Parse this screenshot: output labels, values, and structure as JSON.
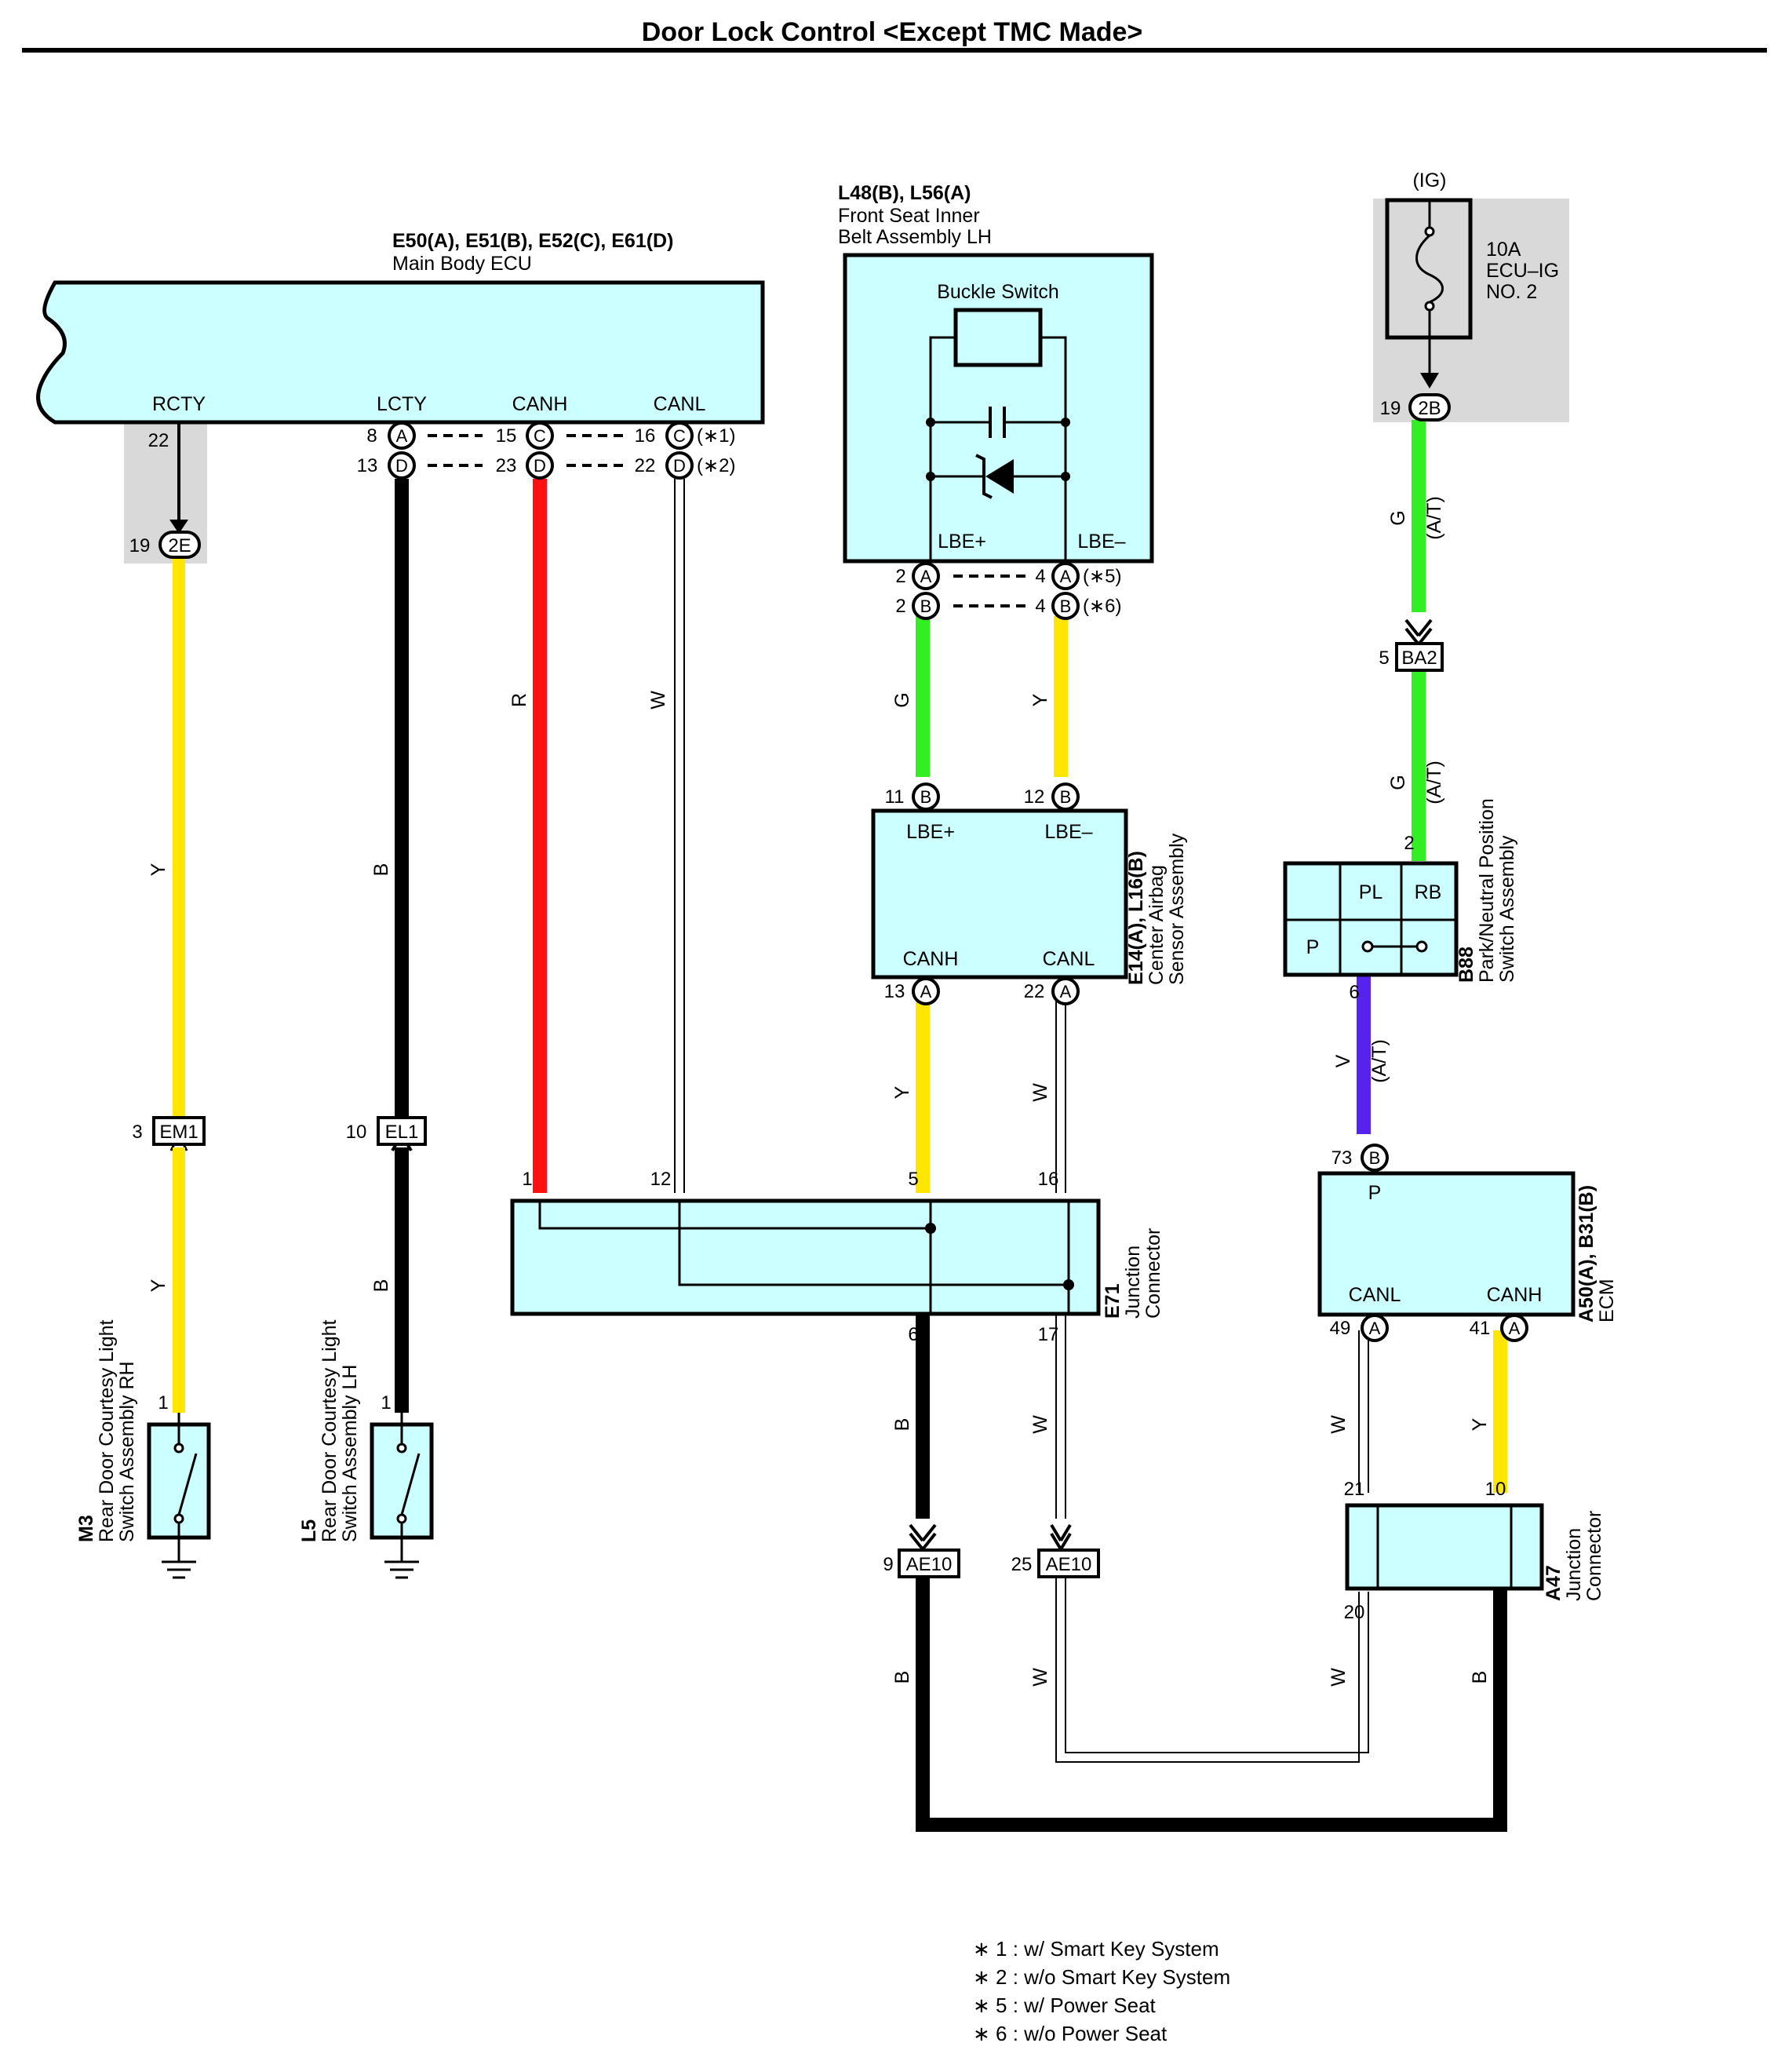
{
  "title": "Door Lock Control <Except TMC Made>",
  "components": {
    "main_ecu": {
      "codes": "E50(A), E51(B), E52(C), E61(D)",
      "name": "Main Body ECU",
      "terminals": [
        "RCTY",
        "LCTY",
        "CANH",
        "CANL"
      ]
    },
    "seatbelt": {
      "codes": "L48(B), L56(A)",
      "name_line1": "Front Seat Inner",
      "name_line2": "Belt Assembly LH",
      "switch_label": "Buckle Switch",
      "lbe_plus": "LBE+",
      "lbe_minus": "LBE–"
    },
    "fuse": {
      "source": "(IG)",
      "line1": "10A",
      "line2": "ECU–IG",
      "line3": "NO. 2"
    },
    "airbag": {
      "codes": "E14(A), L16(B)",
      "name_line1": "Center Airbag",
      "name_line2": "Sensor Assembly",
      "t_lbe_plus": "LBE+",
      "t_lbe_minus": "LBE–",
      "t_canh": "CANH",
      "t_canl": "CANL"
    },
    "pnp_switch": {
      "code": "B88",
      "name_line1": "Park/Neutral Position",
      "name_line2": "Switch Assembly",
      "t_pl": "PL",
      "t_rb": "RB",
      "t_p": "P"
    },
    "ecm": {
      "codes": "A50(A), B31(B)",
      "name": "ECM",
      "t_p": "P",
      "t_canl": "CANL",
      "t_canh": "CANH"
    },
    "e71": {
      "code": "E71",
      "name_line1": "Junction",
      "name_line2": "Connector"
    },
    "a47": {
      "code": "A47",
      "name_line1": "Junction",
      "name_line2": "Connector"
    },
    "m3": {
      "code": "M3",
      "name_line1": "Rear Door Courtesy Light",
      "name_line2": "Switch Assembly RH"
    },
    "l5": {
      "code": "L5",
      "name_line1": "Rear Door Courtesy Light",
      "name_line2": "Switch Assembly LH"
    }
  },
  "connectors": {
    "c_2e": "2E",
    "c_2b": "2B",
    "c_ba2": "BA2",
    "c_em1": "EM1",
    "c_el1": "EL1",
    "c_ae10": "AE10",
    "l_a": "A",
    "l_b": "B",
    "l_c": "C",
    "l_d": "D"
  },
  "pins": {
    "ecu_22": "22",
    "ecu_19": "19",
    "ecu_8": "8",
    "ecu_13": "13",
    "ecu_15": "15",
    "ecu_23": "23",
    "ecu_16": "16",
    "ecu_22b": "22",
    "sb_2a": "2",
    "sb_2b": "2",
    "sb_4a": "4",
    "sb_4b": "4",
    "fuse_19": "19",
    "ba2_5": "5",
    "pnp_2": "2",
    "pnp_6": "6",
    "ab_11": "11",
    "ab_12": "12",
    "ab_13": "13",
    "ab_22": "22",
    "em1_3": "3",
    "el1_10": "10",
    "e71_1": "1",
    "e71_12": "12",
    "e71_5": "5",
    "e71_16": "16",
    "e71_6": "6",
    "e71_17": "17",
    "ecm_73": "73",
    "ecm_49": "49",
    "ecm_41": "41",
    "a47_21": "21",
    "a47_10": "10",
    "a47_20": "20",
    "a47_9": "9",
    "ae10_9": "9",
    "ae10_25": "25",
    "m3_1": "1",
    "l5_1": "1"
  },
  "marks": {
    "m1": "(∗1)",
    "m2": "(∗2)",
    "m5": "(∗5)",
    "m6": "(∗6)",
    "at": "(A/T)"
  },
  "wire_colors": {
    "Y": "Y",
    "B": "B",
    "R": "R",
    "W": "W",
    "G": "G",
    "V": "V"
  },
  "notes": [
    "∗ 1 : w/ Smart Key System",
    "∗ 2 : w/o Smart Key System",
    "∗ 5 : w/ Power Seat",
    "∗ 6 : w/o Power Seat"
  ],
  "colors": {
    "box_fill": "#ccffff",
    "yellow": "#ffe600",
    "green": "#33ee22",
    "red": "#ff1111",
    "black": "#000000",
    "violet": "#5522ee",
    "grey_area": "#d9d9d9"
  }
}
